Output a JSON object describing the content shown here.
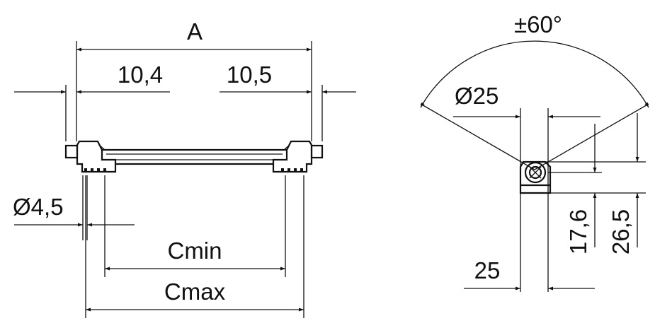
{
  "labels": {
    "dim_a": "A",
    "dim_10_4": "10,4",
    "dim_10_5": "10,5",
    "dim_d4_5": "Ø4,5",
    "dim_cmin": "Cmin",
    "dim_cmax": "Cmax",
    "angle": "±60°",
    "dim_d25": "Ø25",
    "dim_25": "25",
    "dim_17_6": "17,6",
    "dim_26_5": "26,5"
  },
  "colors": {
    "line": "#111111",
    "background": "#ffffff"
  }
}
